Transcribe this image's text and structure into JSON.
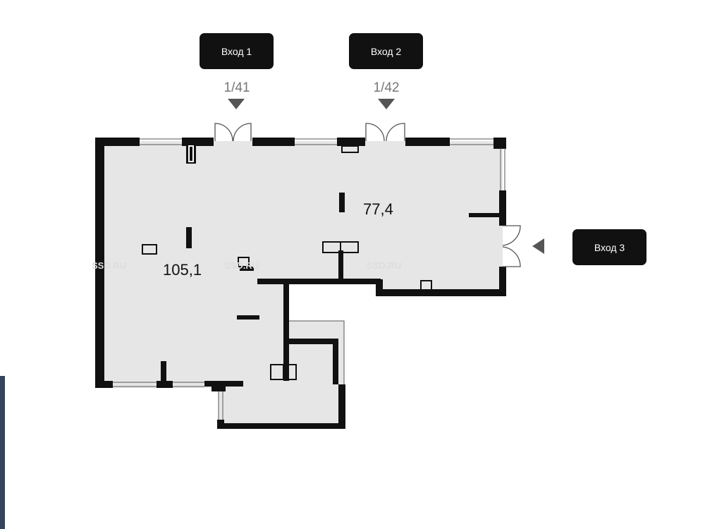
{
  "entrances": [
    {
      "label": "Вход 1",
      "number": "1/41"
    },
    {
      "label": "Вход 2",
      "number": "1/42"
    },
    {
      "label": "Вход 3"
    }
  ],
  "rooms": [
    {
      "area": "105,1"
    },
    {
      "area": "77,4"
    }
  ],
  "watermark": "SSD.RU",
  "colors": {
    "wall": "#111111",
    "floor": "#e6e6e6",
    "tag_bg": "#111111",
    "strip": "#34445a"
  }
}
